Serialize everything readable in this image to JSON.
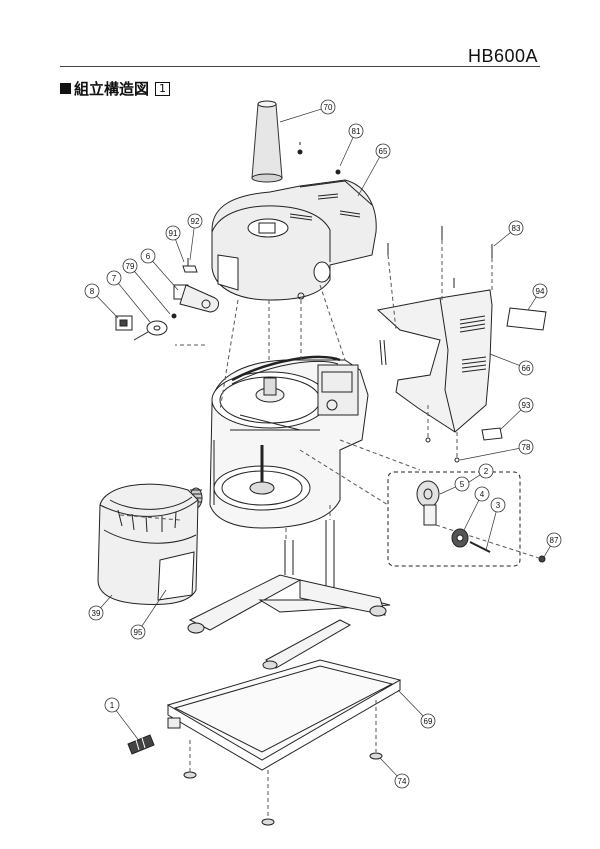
{
  "header": {
    "model": "HB600A"
  },
  "section": {
    "title": "組立構造図",
    "figure_number": "1"
  },
  "part_numbers": [
    "70",
    "81",
    "65",
    "92",
    "91",
    "6",
    "79",
    "8",
    "7",
    "83",
    "94",
    "66",
    "93",
    "78",
    "2",
    "5",
    "4",
    "3",
    "87",
    "39",
    "95",
    "1",
    "69",
    "74"
  ]
}
